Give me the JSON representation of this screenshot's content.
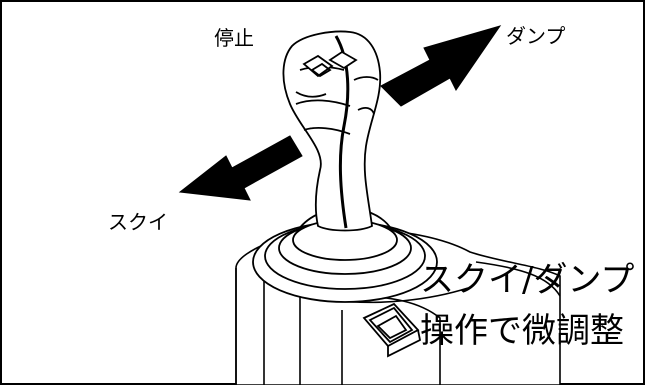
{
  "labels": {
    "stop": "停止",
    "dump": "ダンプ",
    "scoop": "スクイ",
    "fine_control_line1": "スクイ/ダンプ",
    "fine_control_line2": "操作で微調整"
  },
  "colors": {
    "line": "#000000",
    "background": "#ffffff"
  },
  "icons": {
    "dump_arrow": "arrow-up-right",
    "scoop_arrow": "arrow-down-left",
    "fine_control_switch": "rocker-switch"
  }
}
